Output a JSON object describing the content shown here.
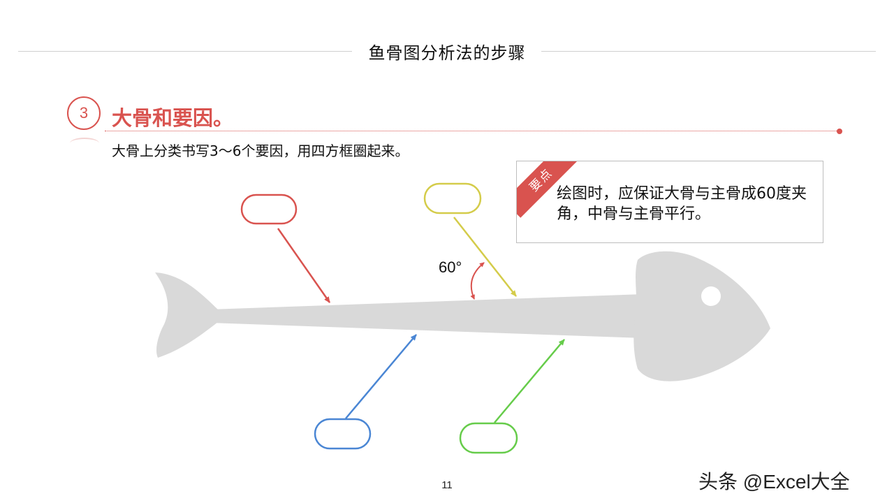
{
  "header": {
    "title": "鱼骨图分析法的步骤"
  },
  "section": {
    "step_number": "3",
    "title": "大骨和要因。",
    "subtitle": "大骨上分类书写3～6个要因，用四方框圈起来。"
  },
  "note": {
    "tag": "要点",
    "text": "绘图时，应保证大骨与主骨成60度夹角，中骨与主骨平行。"
  },
  "diagram": {
    "angle_label": "60°",
    "bone_colors": {
      "top_left": "#d9534f",
      "top_right": "#d4cc4a",
      "bottom_left": "#4a86d4",
      "bottom_right": "#66cc4a"
    },
    "fish_color": "#d9d9d9",
    "accent_color": "#d9534f"
  },
  "footer": {
    "page_number": "11",
    "watermark": "头条 @Excel大全"
  }
}
